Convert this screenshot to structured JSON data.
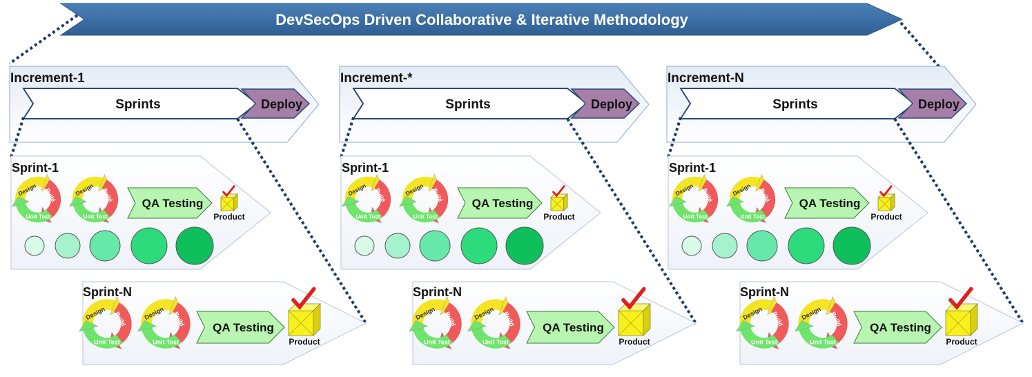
{
  "banner": {
    "title": "DevSecOps Driven Collaborative & Iterative Methodology",
    "fill": "#3a6ea5"
  },
  "increments": [
    {
      "label": "Increment-1",
      "sprints_label": "Sprints",
      "deploy_label": "Deploy",
      "sprint_first": {
        "label": "Sprint-1",
        "qa_label": "QA Testing",
        "product_label": "Product"
      },
      "sprint_last": {
        "label": "Sprint-N",
        "qa_label": "QA Testing",
        "product_label": "Product"
      }
    },
    {
      "label": "Increment-*",
      "sprints_label": "Sprints",
      "deploy_label": "Deploy",
      "sprint_first": {
        "label": "Sprint-1",
        "qa_label": "QA Testing",
        "product_label": "Product"
      },
      "sprint_last": {
        "label": "Sprint-N",
        "qa_label": "QA Testing",
        "product_label": "Product"
      }
    },
    {
      "label": "Increment-N",
      "sprints_label": "Sprints",
      "deploy_label": "Deploy",
      "sprint_first": {
        "label": "Sprint-1",
        "qa_label": "QA Testing",
        "product_label": "Product"
      },
      "sprint_last": {
        "label": "Sprint-N",
        "qa_label": "QA Testing",
        "product_label": "Product"
      }
    }
  ],
  "cycle": {
    "design": "Design",
    "build": "Build",
    "unit_test": "Unit Test"
  },
  "colors": {
    "deploy": "#a57fa8",
    "qa": "#b8f5b0",
    "check": "#e0201c",
    "product_box": "#f7f01c",
    "cycle_yellow": "#f4e424",
    "cycle_red": "#ef5a5a",
    "cycle_green": "#6fe46a",
    "dots": [
      "#d7fbe8",
      "#a6f2cf",
      "#66e8aa",
      "#2ddb7d",
      "#0fbf5c"
    ]
  },
  "icons": {
    "cycle": "design-build-test-cycle-icon",
    "product": "product-box-icon",
    "check": "checkmark-icon"
  }
}
